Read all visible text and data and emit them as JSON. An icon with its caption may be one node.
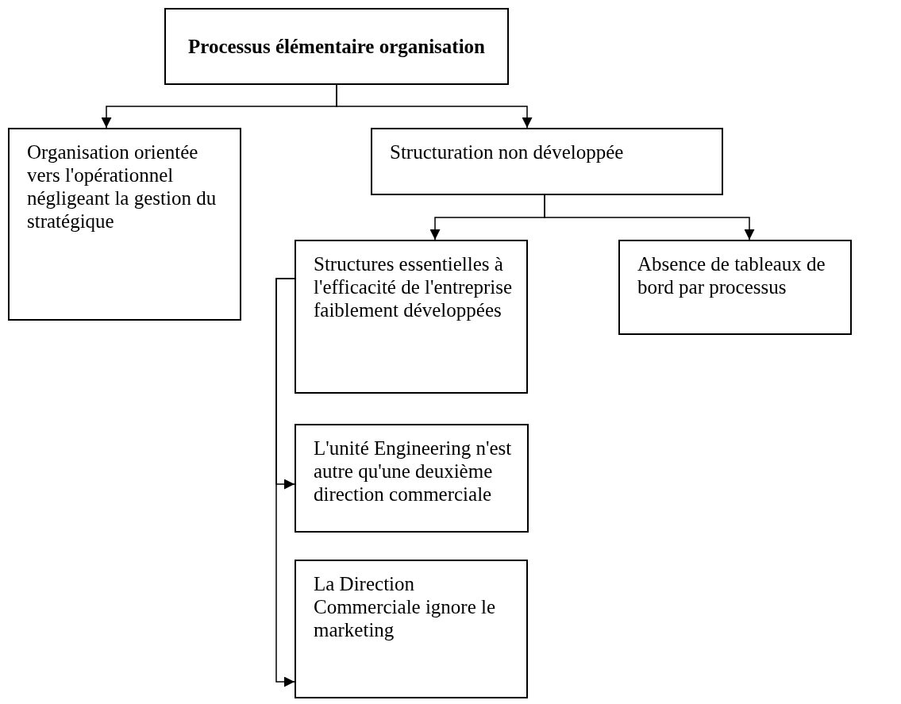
{
  "diagram": {
    "nodes": [
      {
        "text": [
          "Processus élémentaire organisation"
        ]
      },
      {
        "text": [
          "Organisation orientée vers l'opérationnel négligeant la gestion du stratégique"
        ]
      },
      {
        "text": [
          "Structuration  non développée"
        ]
      },
      {
        "text": [
          "Structures essentielles à l'efficacité de l'entreprise faiblement développées"
        ]
      },
      {
        "text": [
          "Absence de tableaux de bord par processus"
        ]
      },
      {
        "text": [
          "L'unité Engineering n'est autre qu'une deuxième direction commerciale"
        ]
      },
      {
        "text": [
          "La Direction Commerciale ignore le marketing"
        ]
      }
    ],
    "edges": [
      {
        "from": 0,
        "to": 1,
        "arrow": "to"
      },
      {
        "from": 0,
        "to": 2,
        "arrow": "to"
      },
      {
        "from": 2,
        "to": 3,
        "arrow": "to"
      },
      {
        "from": 2,
        "to": 4,
        "arrow": "to"
      },
      {
        "from": 3,
        "to": 5,
        "arrow": "to"
      },
      {
        "from": 3,
        "to": 6,
        "arrow": "to"
      }
    ]
  }
}
